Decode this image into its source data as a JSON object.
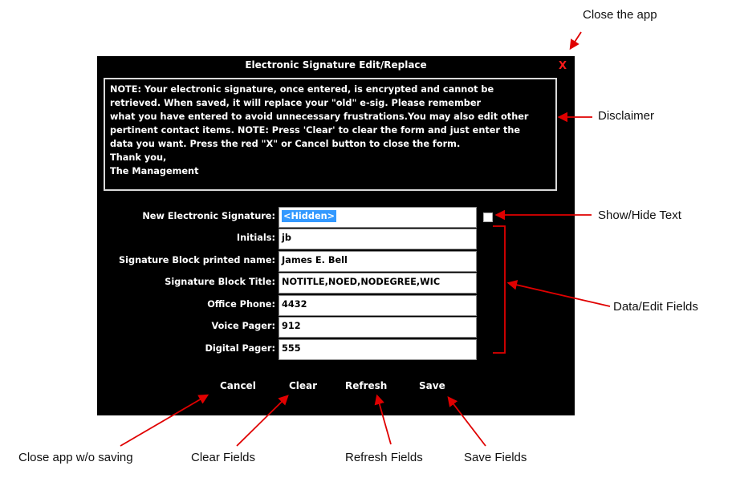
{
  "dialog": {
    "title": "Electronic Signature Edit/Replace",
    "close_glyph": "X",
    "disclaimer_lines": [
      "NOTE: Your electronic signature, once entered, is encrypted and cannot be",
      "retrieved. When saved, it will replace your \"old\" e-sig. Please remember",
      "what you have entered to avoid unnecessary frustrations.You may also edit other",
      "pertinent contact items. NOTE: Press 'Clear' to clear the form and just enter the",
      "data you want. Press the red \"X\" or Cancel button to close the form.",
      "Thank you,",
      "The Management"
    ],
    "fields": [
      {
        "label": "New Electronic Signature:",
        "value": "<Hidden>"
      },
      {
        "label": "Initials:",
        "value": "jb"
      },
      {
        "label": "Signature Block printed name:",
        "value": "James E. Bell"
      },
      {
        "label": "Signature Block Title:",
        "value": "NOTITLE,NOED,NODEGREE,WIC"
      },
      {
        "label": "Office Phone:",
        "value": "4432"
      },
      {
        "label": "Voice Pager:",
        "value": "912"
      },
      {
        "label": "Digital Pager:",
        "value": "555"
      }
    ],
    "show_text_checked": false,
    "buttons": {
      "cancel": "Cancel",
      "clear": "Clear",
      "refresh": "Refresh",
      "save": "Save"
    }
  },
  "annotations": {
    "close_app": "Close the app",
    "disclaimer": "Disclaimer",
    "show_hide": "Show/Hide Text",
    "data_edit": "Data/Edit Fields",
    "close_no_save": "Close app w/o saving",
    "clear_fields": "Clear Fields",
    "refresh_fields": "Refresh Fields",
    "save_fields": "Save Fields"
  },
  "colors": {
    "dialog_bg": "#000000",
    "close_red": "#ff1a1a",
    "annotation_arrow": "#e00000",
    "selection_blue": "#3399ff"
  }
}
